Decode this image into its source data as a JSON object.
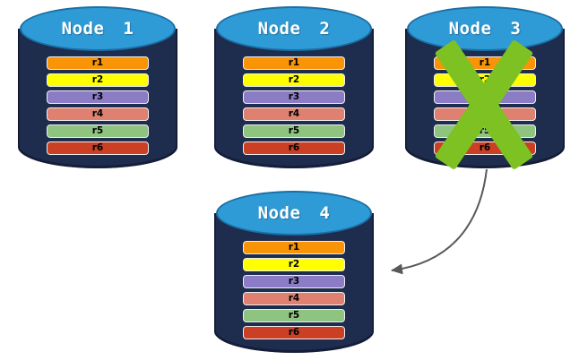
{
  "diagram": {
    "type": "database-node-replication",
    "description_state": "node-3-failed-replicated-to-node-4",
    "nodes": [
      {
        "name": "Node 1",
        "state": "active",
        "rows": [
          {
            "label": "r1",
            "color": "#F89406"
          },
          {
            "label": "r2",
            "color": "#FFFF00"
          },
          {
            "label": "r3",
            "color": "#8B7CC5"
          },
          {
            "label": "r4",
            "color": "#DF8070"
          },
          {
            "label": "r5",
            "color": "#8FC380"
          },
          {
            "label": "r6",
            "color": "#CB4024"
          }
        ]
      },
      {
        "name": "Node 2",
        "state": "active",
        "rows": [
          {
            "label": "r1",
            "color": "#F89406"
          },
          {
            "label": "r2",
            "color": "#FFFF00"
          },
          {
            "label": "r3",
            "color": "#8B7CC5"
          },
          {
            "label": "r4",
            "color": "#DF8070"
          },
          {
            "label": "r5",
            "color": "#8FC380"
          },
          {
            "label": "r6",
            "color": "#CB4024"
          }
        ]
      },
      {
        "name": "Node 3",
        "state": "failed",
        "rows": [
          {
            "label": "r1",
            "color": "#F89406"
          },
          {
            "label": "r2",
            "color": "#FFFF00"
          },
          {
            "label": "r3",
            "color": "#8B7CC5"
          },
          {
            "label": "r4",
            "color": "#DF8070"
          },
          {
            "label": "r5",
            "color": "#8FC380"
          },
          {
            "label": "r6",
            "color": "#CB4024"
          }
        ]
      },
      {
        "name": "Node 4",
        "state": "active",
        "rows": [
          {
            "label": "r1",
            "color": "#F89406"
          },
          {
            "label": "r2",
            "color": "#FFFF00"
          },
          {
            "label": "r3",
            "color": "#8B7CC5"
          },
          {
            "label": "r4",
            "color": "#DF8070"
          },
          {
            "label": "r5",
            "color": "#8FC380"
          },
          {
            "label": "r6",
            "color": "#CB4024"
          }
        ]
      }
    ],
    "arrow": {
      "from": "Node 3",
      "to": "Node 4"
    },
    "colors": {
      "cylinder_top": "#2F9BD6",
      "cylinder_top_border": "#1A6FA5",
      "cylinder_body": "#1E2C4E",
      "failure_cross": "#7DC122",
      "arrow": "#595959",
      "background": "#FFFFFF"
    }
  }
}
